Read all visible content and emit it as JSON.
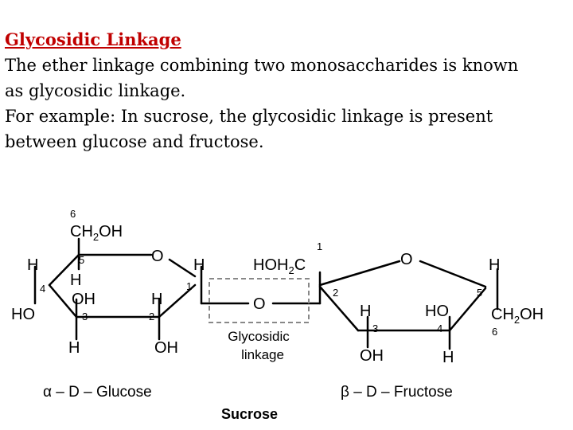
{
  "slide": {
    "title": "Glycosidic Linkage",
    "lines": [
      "The ether linkage combining two monosaccharides is known",
      "as glycosidic linkage.",
      "For example: In sucrose, the glycosidic linkage is present",
      "between glucose and fructose."
    ]
  },
  "diagram": {
    "glucose": {
      "c6_number": "6",
      "c6_group": "CH2OH",
      "ring_o": "O",
      "c5_h": "H",
      "c5_number": "5",
      "c5_h_lower": "H",
      "c4_number": "4",
      "c4_ho": "HO",
      "c4_oh_inner": "OH",
      "c3_number": "3",
      "c3_h": "H",
      "c2_h": "H",
      "c2_number": "2",
      "c2_oh": "OH",
      "c1_h": "H",
      "c1_number": "1",
      "name": "α – D – Glucose"
    },
    "linkage": {
      "o": "O",
      "label_line1": "Glycosidic",
      "label_line2": "linkage"
    },
    "fructose": {
      "c1_number": "1",
      "c1_group": "HOH2C",
      "ring_o": "O",
      "c5_h": "H",
      "c2_number": "2",
      "c5_number": "5",
      "c3_h": "H",
      "c4_ho": "HO",
      "c6_group": "CH2OH",
      "c3_number": "3",
      "c4_number": "4",
      "c6_number": "6",
      "c3_oh": "OH",
      "c4_h": "H",
      "name": "β – D – Fructose"
    },
    "caption": "Sucrose"
  },
  "colors": {
    "title": "#c00000",
    "text": "#000000",
    "linkage_box": "#888888"
  }
}
